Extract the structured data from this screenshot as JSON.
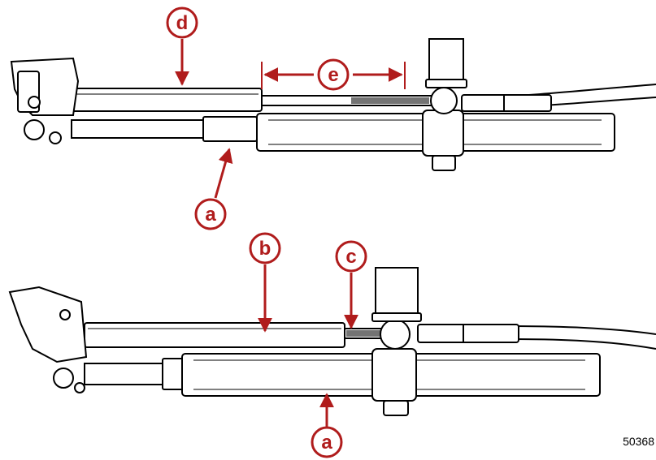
{
  "colors": {
    "callout": "#b01c1c",
    "ink": "#000000",
    "paper": "#ffffff"
  },
  "callouts": {
    "a_top": "a",
    "d": "d",
    "e": "e",
    "b": "b",
    "c": "c",
    "a_bottom": "a"
  },
  "figure_number": "50368"
}
